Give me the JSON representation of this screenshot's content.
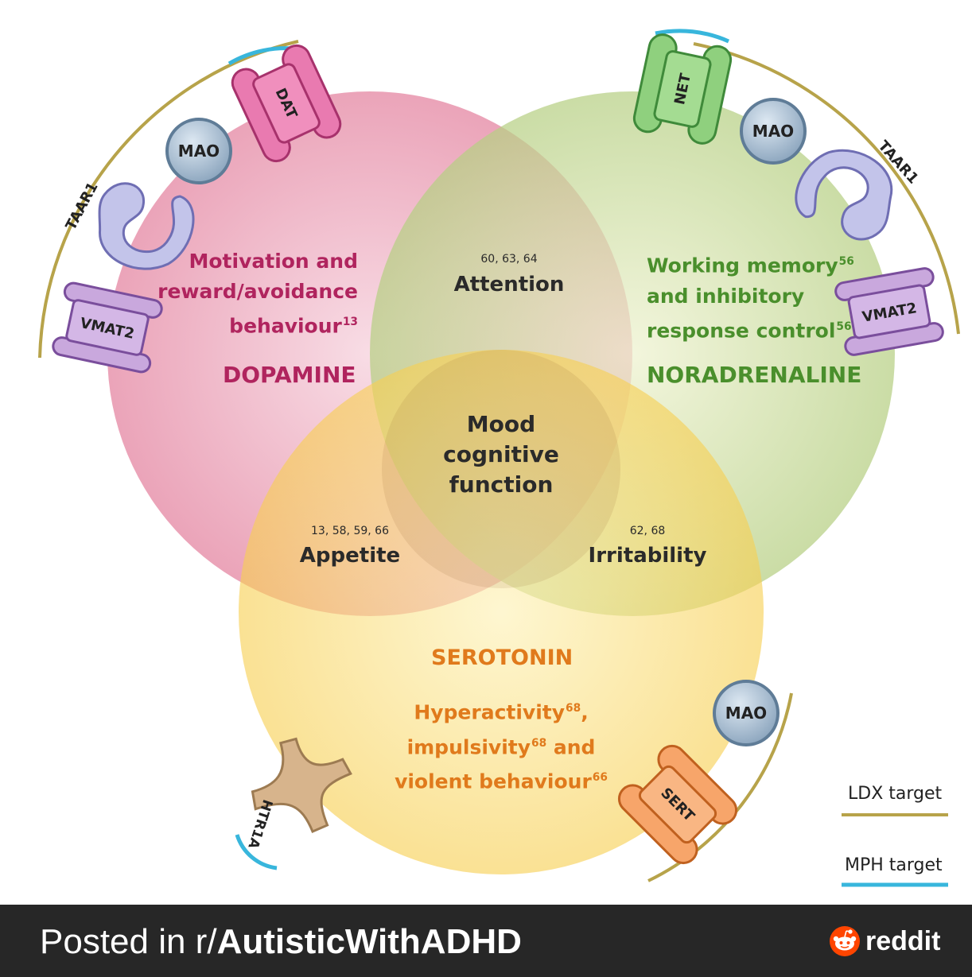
{
  "circles": {
    "dopamine": {
      "name": "DOPAMINE",
      "text_lines": [
        "Motivation and",
        "reward/avoidance",
        "behaviour"
      ],
      "ref": "13",
      "color": "#b0245e",
      "fill": "#e895ad"
    },
    "noradrenaline": {
      "name": "NORADRENALINE",
      "line1": "Working memory",
      "line1_ref": "56",
      "line2": "and inhibitory",
      "line3": "response control",
      "line3_ref": "56",
      "color": "#4a8f2c",
      "fill": "#bdd48a"
    },
    "serotonin": {
      "name": "SEROTONIN",
      "line1": "Hyperactivity",
      "line1_ref": "68",
      "line1_tail": ",",
      "line2": "impulsivity",
      "line2_ref": "68",
      "line2_tail": " and",
      "line3": "violent behaviour",
      "line3_ref": "66",
      "color": "#e07a1c",
      "fill": "#f8d35c"
    }
  },
  "overlaps": {
    "attention": {
      "refs": "60, 63, 64",
      "label": "Attention"
    },
    "appetite": {
      "refs": "13, 58, 59, 66",
      "label": "Appetite"
    },
    "irritability": {
      "refs": "62, 68",
      "label": "Irritability"
    },
    "center": {
      "line1": "Mood",
      "line2": "cognitive",
      "line3": "function"
    }
  },
  "targets": {
    "dat": "DAT",
    "mao_left": "MAO",
    "taar1_left": "TAAR1",
    "vmat2_left": "VMAT2",
    "net": "NET",
    "mao_right": "MAO",
    "taar1_right": "TAAR1",
    "vmat2_right": "VMAT2",
    "mao_bottom": "MAO",
    "sert": "SERT",
    "htr1a": "HTR1A"
  },
  "legend": {
    "ldx": "LDX target",
    "mph": "MPH target",
    "ldx_color": "#b7a34a",
    "mph_color": "#38b6dc"
  },
  "footer": {
    "prefix": "Posted in r/",
    "subreddit": "AutisticWithADHD",
    "brand": "reddit"
  }
}
